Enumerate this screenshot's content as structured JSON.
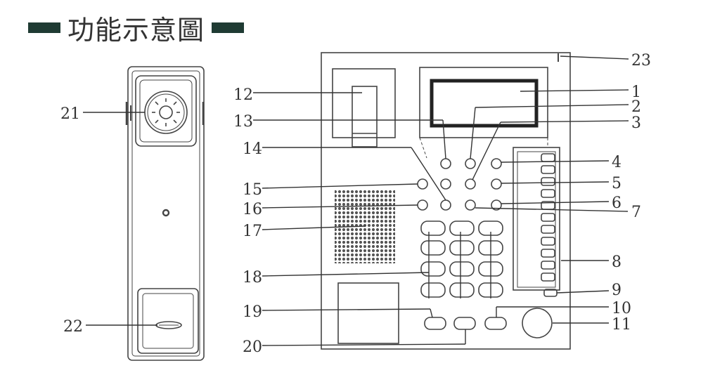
{
  "header": {
    "title": "功能示意圖"
  },
  "callouts": {
    "c1": "1",
    "c2": "2",
    "c3": "3",
    "c4": "4",
    "c5": "5",
    "c6": "6",
    "c7": "7",
    "c8": "8",
    "c9": "9",
    "c10": "10",
    "c11": "11",
    "c12": "12",
    "c13": "13",
    "c14": "14",
    "c15": "15",
    "c16": "16",
    "c17": "17",
    "c18": "18",
    "c19": "19",
    "c20": "20",
    "c21": "21",
    "c22": "22",
    "c23": "23"
  }
}
